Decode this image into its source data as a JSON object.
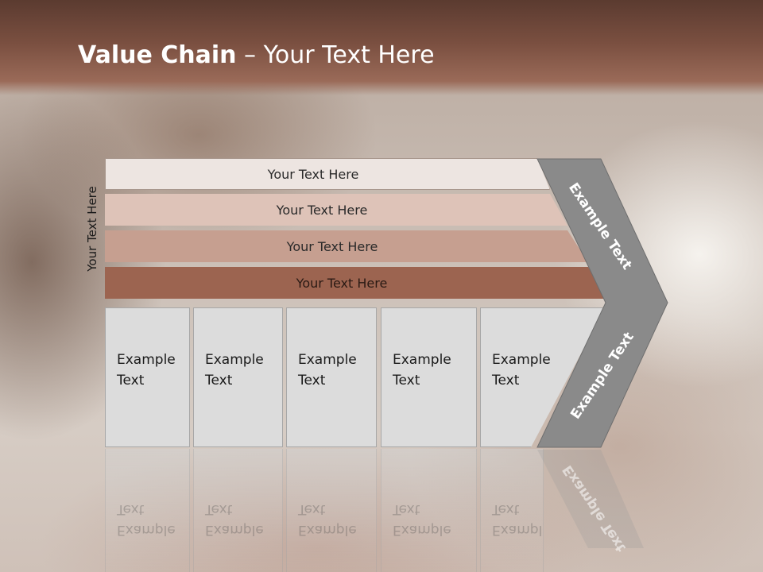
{
  "title": {
    "bold": "Value Chain",
    "rest": " – Your Text Here"
  },
  "side_label": "Your Text Here",
  "bands": [
    {
      "label": "Your Text Here",
      "color": "#ede5e1"
    },
    {
      "label": "Your Text Here",
      "color": "#dec3b8"
    },
    {
      "label": "Your Text Here",
      "color": "#c69f90"
    },
    {
      "label": "Your Text Here",
      "color": "#9c6450"
    }
  ],
  "columns": [
    {
      "text": "Example\nText"
    },
    {
      "text": "Example\nText"
    },
    {
      "text": "Example\nText"
    },
    {
      "text": "Example\nText"
    },
    {
      "text": "Example\nText"
    }
  ],
  "arrow": {
    "upper_label": "Example Text",
    "lower_label": "Example Text",
    "color": "#8a8a8a"
  },
  "colors": {
    "header": "#7a4f40",
    "column_fill": "#dcdcdc"
  }
}
